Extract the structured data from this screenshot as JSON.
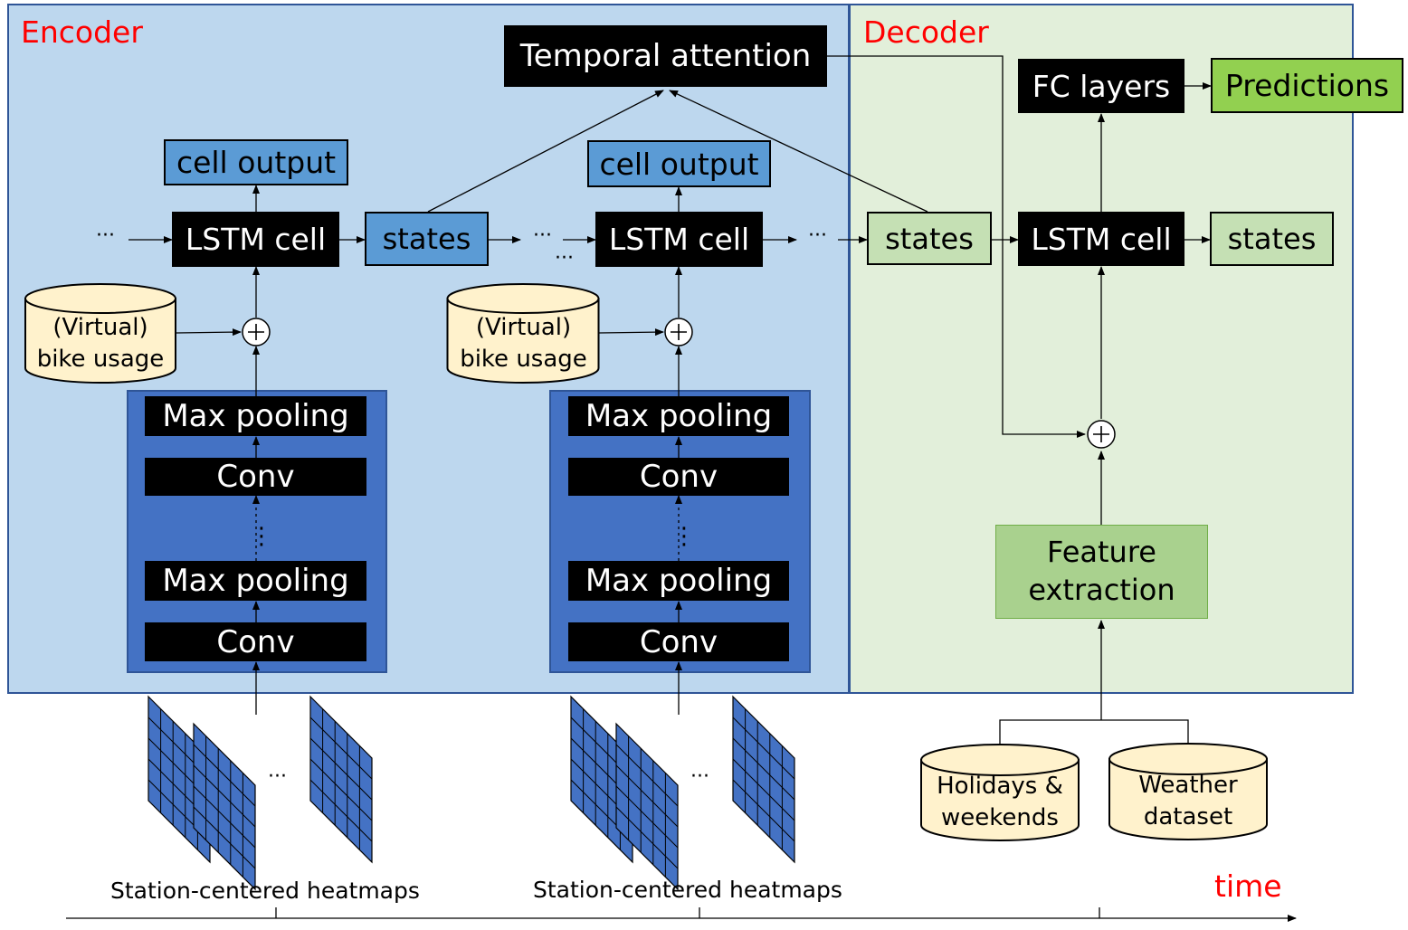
{
  "sections": {
    "encoder": "Encoder",
    "decoder": "Decoder",
    "time": "time"
  },
  "attention": "Temporal attention",
  "encoder_step1": {
    "cell_output": "cell output",
    "lstm": "LSTM cell",
    "states": "states",
    "usage_line1": "(Virtual)",
    "usage_line2": "bike usage",
    "maxpool_top": "Max pooling",
    "conv_top": "Conv",
    "maxpool_bottom": "Max pooling",
    "conv_bottom": "Conv",
    "heatmaps_label": "Station-centered heatmaps"
  },
  "encoder_step2": {
    "cell_output": "cell output",
    "lstm": "LSTM cell",
    "usage_line1": "(Virtual)",
    "usage_line2": "bike usage",
    "maxpool_top": "Max pooling",
    "conv_top": "Conv",
    "maxpool_bottom": "Max pooling",
    "conv_bottom": "Conv",
    "heatmaps_label": "Station-centered heatmaps"
  },
  "decoder": {
    "states_in": "states",
    "lstm": "LSTM cell",
    "states_out": "states",
    "fc": "FC layers",
    "predictions": "Predictions",
    "feature": "Feature extraction",
    "holidays_line1": "Holidays &",
    "holidays_line2": "weekends",
    "weather_line1": "Weather",
    "weather_line2": "dataset"
  },
  "ellipsis": "···",
  "vertical_dots": "⋮",
  "colors": {
    "encoder_bg": "#bdd7ee",
    "decoder_bg": "#e2efda",
    "border": "#2f5597",
    "cnn_bg": "#4472c4",
    "cell_output": "#5b9bd5",
    "decoder_states": "#c5e0b4",
    "predictions": "#92d050",
    "feature": "#a9d18e",
    "cylinder": "#fff2cc",
    "label_red": "#ff0000"
  }
}
